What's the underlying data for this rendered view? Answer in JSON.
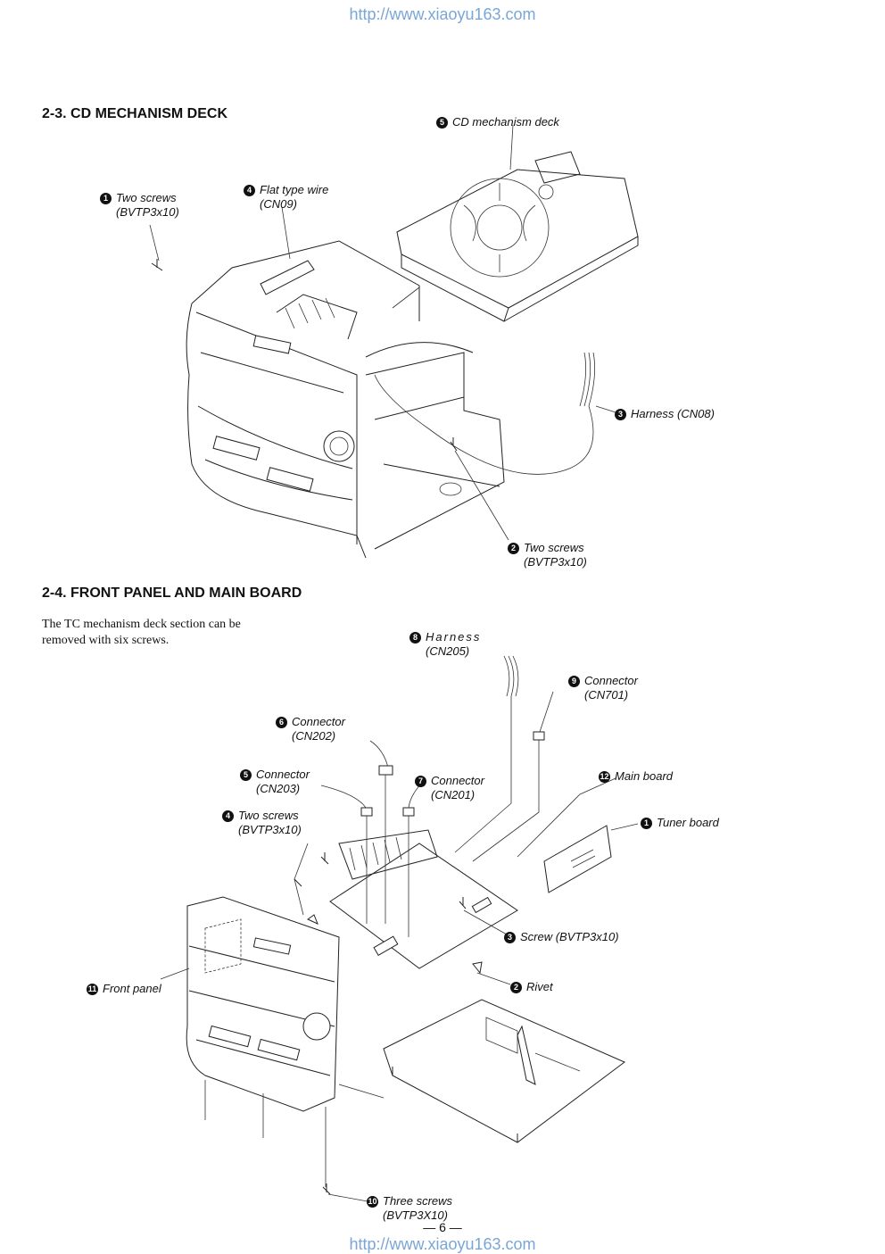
{
  "header": {
    "url": "http://www.xiaoyu163.com"
  },
  "footer": {
    "url": "http://www.xiaoyu163.com",
    "page_number": "— 6 —"
  },
  "section_cd": {
    "title": "2-3. CD MECHANISM DECK",
    "callouts": [
      {
        "num": "1",
        "label": "Two screws",
        "sub": "(BVTP3x10)"
      },
      {
        "num": "4",
        "label": "Flat type wire",
        "sub": "(CN09)"
      },
      {
        "num": "5",
        "label": "CD mechanism deck",
        "sub": ""
      },
      {
        "num": "3",
        "label": "Harness (CN08)",
        "sub": ""
      },
      {
        "num": "2",
        "label": "Two screws",
        "sub": "(BVTP3x10)"
      }
    ]
  },
  "section_front": {
    "title": "2-4. FRONT PANEL AND MAIN BOARD",
    "intro": "The TC mechanism deck section can be removed with six screws.",
    "callouts": [
      {
        "num": "8",
        "label": "Harness",
        "sub": "(CN205)"
      },
      {
        "num": "9",
        "label": "Connector",
        "sub": "(CN701)"
      },
      {
        "num": "6",
        "label": "Connector",
        "sub": "(CN202)"
      },
      {
        "num": "5",
        "label": "Connector",
        "sub": "(CN203)"
      },
      {
        "num": "7",
        "label": "Connector",
        "sub": "(CN201)"
      },
      {
        "num": "12",
        "label": "Main board",
        "sub": ""
      },
      {
        "num": "4",
        "label": "Two screws",
        "sub": "(BVTP3x10)"
      },
      {
        "num": "1",
        "label": "Tuner board",
        "sub": ""
      },
      {
        "num": "3",
        "label": "Screw (BVTP3x10)",
        "sub": ""
      },
      {
        "num": "11",
        "label": "Front panel",
        "sub": ""
      },
      {
        "num": "2",
        "label": "Rivet",
        "sub": ""
      },
      {
        "num": "10",
        "label": "Three screws",
        "sub": "(BVTP3X10)"
      }
    ]
  }
}
